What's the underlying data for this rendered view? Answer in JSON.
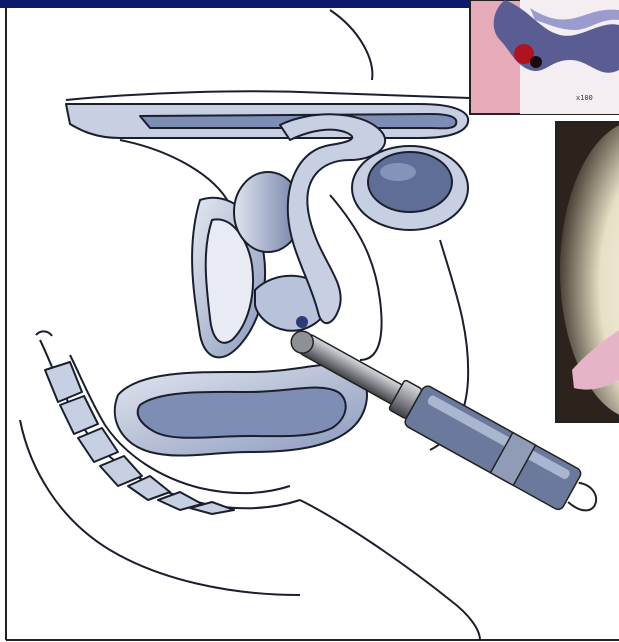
{
  "colors": {
    "top_bar": "#0b1a6b",
    "organ_fill": "#c7d0e2",
    "organ_fill_dark": "#7e8db3",
    "outline": "#1a1f2e",
    "probe_shaft": "#8b8f93",
    "probe_handle": "#6b7a9c",
    "histology_pink": "#e7aab8",
    "histology_purple": "#4b4f86",
    "endoscopy_dark": "#3a2c22",
    "endoscopy_cream": "#f2ecd6",
    "endoscopy_pink": "#e6b4c6"
  },
  "panels": {
    "diagram": {
      "icon": "anatomical-sagittal-diagram"
    },
    "histology": {
      "icon": "histology-micrograph",
      "scale_text": "x100"
    },
    "endoscopy": {
      "icon": "endoscopic-view"
    }
  }
}
